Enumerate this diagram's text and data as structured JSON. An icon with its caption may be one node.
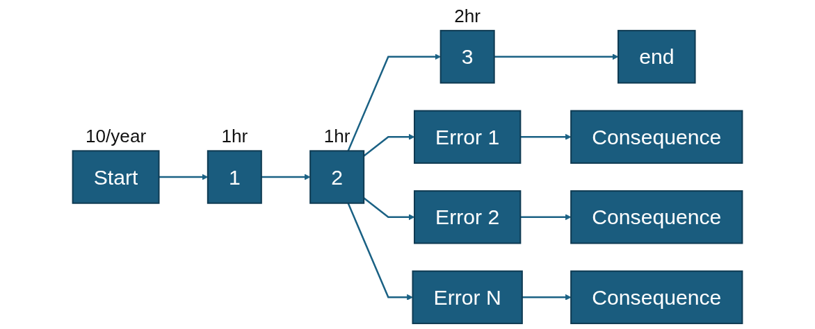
{
  "diagram": {
    "nodes": [
      {
        "text": [
          "Start"
        ],
        "beside": [
          "10/year"
        ]
      },
      {
        "text": [
          "1"
        ],
        "beside": [
          "1hr"
        ]
      },
      {
        "text": [
          "2"
        ],
        "beside": [
          "1hr"
        ]
      },
      {
        "text": [
          "3"
        ],
        "beside": [
          "2hr"
        ]
      },
      {
        "text": [
          "end"
        ]
      },
      {
        "text": [
          "Error 1"
        ]
      },
      {
        "text": [
          "Consequence"
        ]
      },
      {
        "text": [
          "Error 2"
        ]
      },
      {
        "text": [
          "Consequence"
        ]
      },
      {
        "text": [
          "Error N"
        ]
      },
      {
        "text": [
          "Consequence"
        ]
      }
    ],
    "edges": [
      {
        "from": 0,
        "to": 1,
        "arrow": "to"
      },
      {
        "from": 1,
        "to": 2,
        "arrow": "to"
      },
      {
        "from": 2,
        "to": 3,
        "arrow": "to"
      },
      {
        "from": 3,
        "to": 4,
        "arrow": "to"
      },
      {
        "from": 2,
        "to": 5,
        "arrow": "to"
      },
      {
        "from": 2,
        "to": 7,
        "arrow": "to"
      },
      {
        "from": 2,
        "to": 9,
        "arrow": "to"
      },
      {
        "from": 5,
        "to": 6,
        "arrow": "to"
      },
      {
        "from": 7,
        "to": 8,
        "arrow": "to"
      },
      {
        "from": 9,
        "to": 10,
        "arrow": "to"
      }
    ]
  }
}
